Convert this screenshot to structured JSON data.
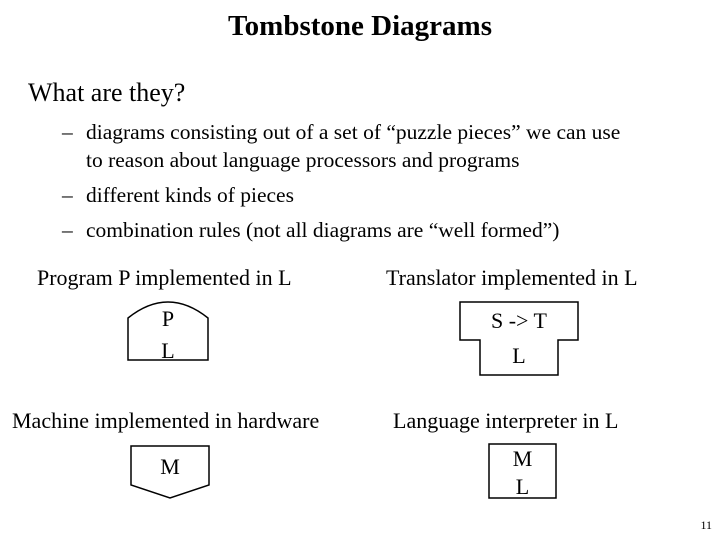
{
  "title": "Tombstone Diagrams",
  "question": "What are they?",
  "bullets": [
    {
      "dash": "–",
      "lines": [
        "diagrams consisting out of a set of “puzzle pieces” we can use",
        "to reason about language processors and programs"
      ]
    },
    {
      "dash": "–",
      "lines": [
        "different kinds of pieces"
      ]
    },
    {
      "dash": "–",
      "lines": [
        "combination rules (not all diagrams are “well formed”)"
      ]
    }
  ],
  "pieces": {
    "program": {
      "caption": "Program P implemented in L",
      "top": "P",
      "bottom": "L"
    },
    "translator": {
      "caption": "Translator implemented in L",
      "top": "S -> T",
      "bottom": "L"
    },
    "machine": {
      "caption": "Machine implemented in hardware",
      "label": "M"
    },
    "interpreter": {
      "caption": "Language interpreter in L",
      "top": "M",
      "bottom": "L"
    }
  },
  "page_number": "11"
}
